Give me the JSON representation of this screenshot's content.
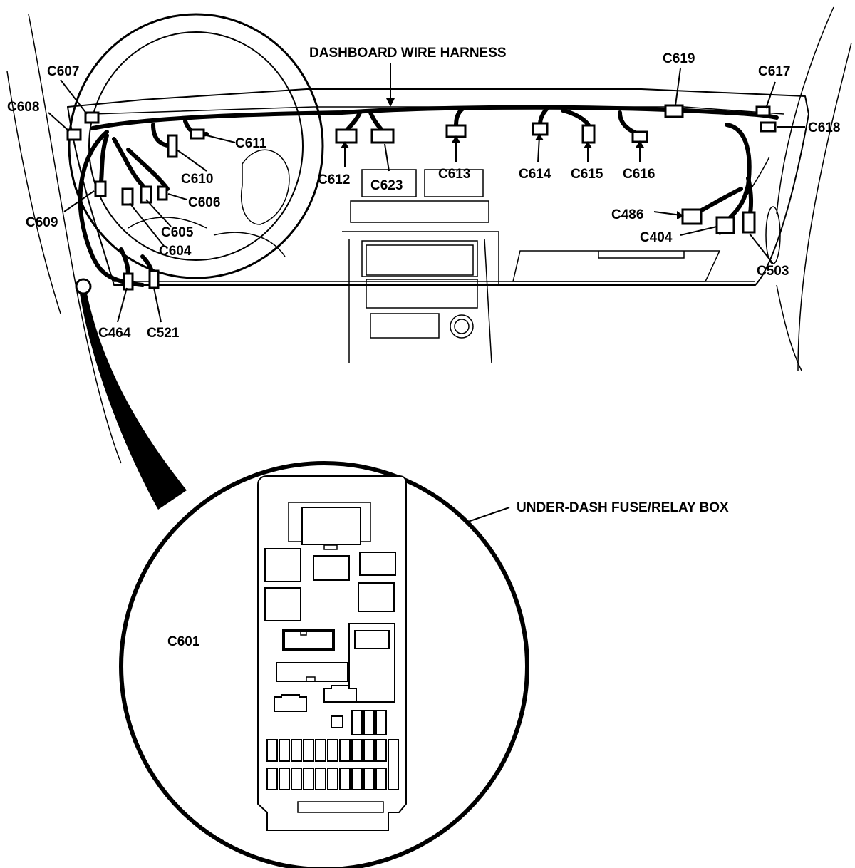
{
  "labels": {
    "harness": "DASHBOARD WIRE HARNESS",
    "fuse_box": "UNDER-DASH FUSE/RELAY BOX",
    "c607": "C607",
    "c608": "C608",
    "c609": "C609",
    "c610": "C610",
    "c611": "C611",
    "c606": "C606",
    "c605": "C605",
    "c604": "C604",
    "c464": "C464",
    "c521": "C521",
    "c612": "C612",
    "c623": "C623",
    "c613": "C613",
    "c614": "C614",
    "c615": "C615",
    "c616": "C616",
    "c619": "C619",
    "c617": "C617",
    "c618": "C618",
    "c486": "C486",
    "c404": "C404",
    "c503": "C503",
    "c601": "C601"
  }
}
